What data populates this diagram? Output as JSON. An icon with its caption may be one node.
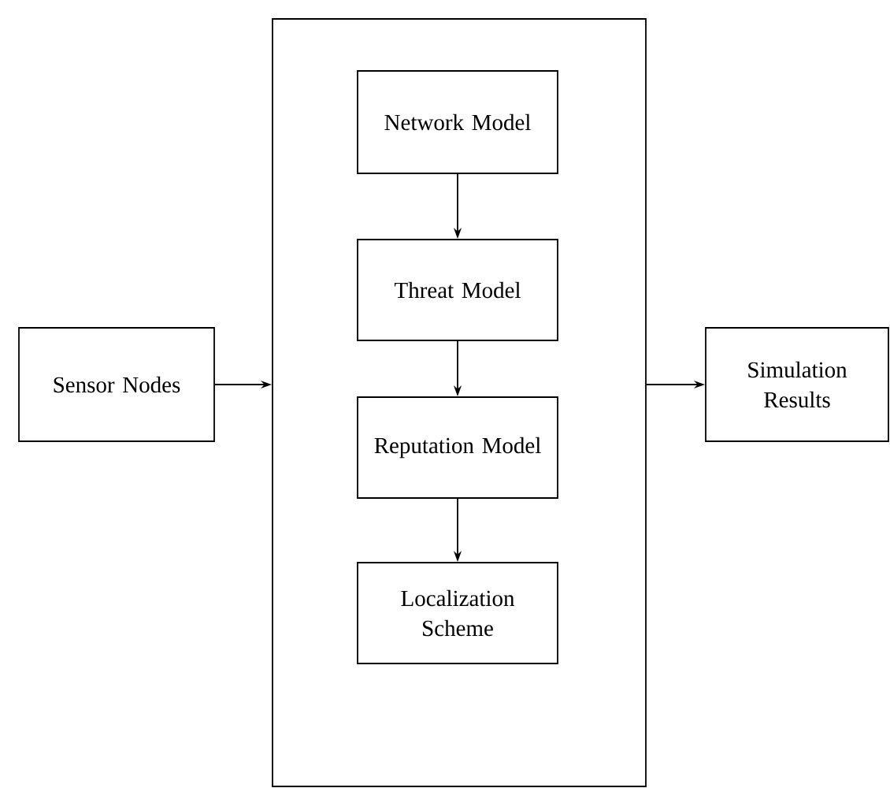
{
  "diagram": {
    "nodes": [
      {
        "text": [
          "Sensor Nodes"
        ]
      },
      {
        "text": [],
        "shape": "box"
      },
      {
        "text": [
          "Network Model"
        ],
        "in": 1
      },
      {
        "text": [
          "Threat Model"
        ],
        "in": 1
      },
      {
        "text": [
          "Reputation Model"
        ],
        "in": 1
      },
      {
        "text": [
          "Localization Scheme"
        ],
        "in": 1
      },
      {
        "text": [
          "Simulation Results"
        ]
      }
    ],
    "edges": [
      {
        "from": 0,
        "to": 1,
        "arrow": "to"
      },
      {
        "from": 1,
        "to": 6,
        "arrow": "to"
      },
      {
        "from": 2,
        "to": 3,
        "arrow": "to"
      },
      {
        "from": 3,
        "to": 4,
        "arrow": "to"
      },
      {
        "from": 4,
        "to": 5,
        "arrow": "to"
      }
    ]
  }
}
